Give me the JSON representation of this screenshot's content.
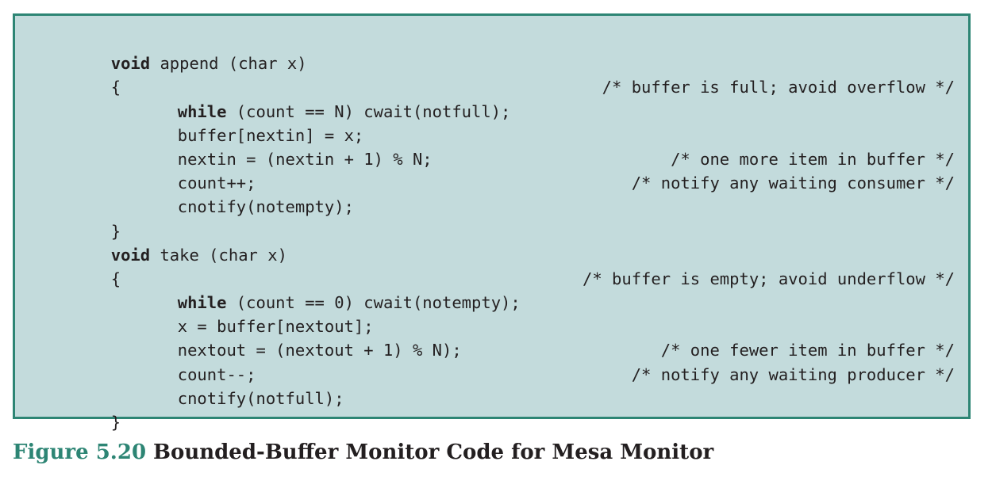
{
  "code": {
    "lines": [
      {
        "kw": "void",
        "stmt": " append (char x)",
        "cmt": ""
      },
      {
        "kw": "",
        "stmt": "{",
        "cmt": ""
      },
      {
        "kw": "while",
        "stmt": " (count == N) cwait(notfull);",
        "cmt": "/* buffer is full; avoid overflow */"
      },
      {
        "kw": "",
        "stmt": "buffer[nextin] = x;",
        "cmt": ""
      },
      {
        "kw": "",
        "stmt": "nextin = (nextin + 1) % N;",
        "cmt": ""
      },
      {
        "kw": "",
        "stmt": "count++;",
        "cmt": "/* one more item in buffer */"
      },
      {
        "kw": "",
        "stmt": "cnotify(notempty);",
        "cmt": "/* notify any waiting consumer */"
      },
      {
        "kw": "",
        "stmt": "}",
        "cmt": ""
      },
      {
        "kw": "void",
        "stmt": " take (char x)",
        "cmt": ""
      },
      {
        "kw": "",
        "stmt": "{",
        "cmt": ""
      },
      {
        "kw": "while",
        "stmt": " (count == 0) cwait(notempty);",
        "cmt": "/* buffer is empty; avoid underflow */"
      },
      {
        "kw": "",
        "stmt": "x = buffer[nextout];",
        "cmt": ""
      },
      {
        "kw": "",
        "stmt": "nextout = (nextout + 1) % N);",
        "cmt": ""
      },
      {
        "kw": "",
        "stmt": "count--;",
        "cmt": "/* one fewer item in buffer */"
      },
      {
        "kw": "",
        "stmt": "cnotify(notfull);",
        "cmt": "/* notify any waiting producer */"
      },
      {
        "kw": "",
        "stmt": "}",
        "cmt": ""
      }
    ]
  },
  "caption": {
    "number": "Figure 5.20",
    "title": "Bounded-Buffer Monitor Code for Mesa Monitor"
  },
  "colors": {
    "box_background": "#c3dbdc",
    "box_border": "#2d8574",
    "figure_number": "#2d8574",
    "text": "#231f20"
  }
}
